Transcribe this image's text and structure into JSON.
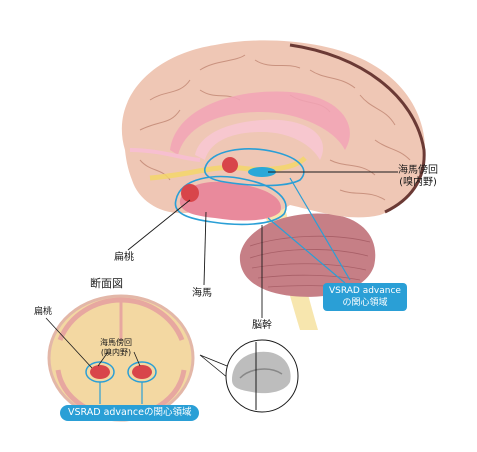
{
  "labels": {
    "parahippocampal": "海馬傍回",
    "entorhinal": "(嗅内野)",
    "amygdala": "扁桃",
    "hippocampus": "海馬",
    "brainstem": "脳幹",
    "section_title": "断面図",
    "section_amygdala": "扁桃",
    "section_parahippocampal": "海馬傍回",
    "section_entorhinal": "(嗅内野)"
  },
  "callouts": {
    "vsrad_line1": "VSRAD advance",
    "vsrad_line2": "の関心領域",
    "vsrad_inline": "VSRAD advanceの関心領域"
  },
  "colors": {
    "roi_blue": "#2a9fd6",
    "cortex_pink": "#e8bfae",
    "cerebellum": "#c67f86",
    "amygdala_red": "#d8454a"
  }
}
